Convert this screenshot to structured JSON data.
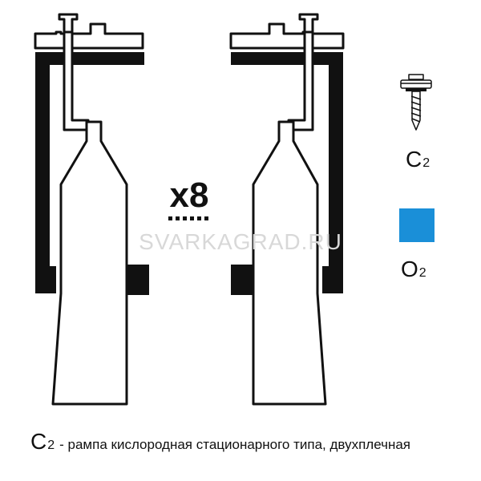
{
  "multiplier": {
    "prefix": "x",
    "count": "8"
  },
  "watermark": "SVARKAGRAD.RU",
  "legend": {
    "screw_label": {
      "main": "C",
      "sub": "2"
    },
    "gas_label": {
      "main": "O",
      "sub": "2"
    },
    "gas_color": "#1a8fd8"
  },
  "caption": {
    "code_main": "C",
    "code_sub": "2",
    "text": "- рампа кислородная стационарного типа, двухплечная"
  },
  "colors": {
    "line": "#111111",
    "oxygen_blue": "#1a8fd8"
  }
}
